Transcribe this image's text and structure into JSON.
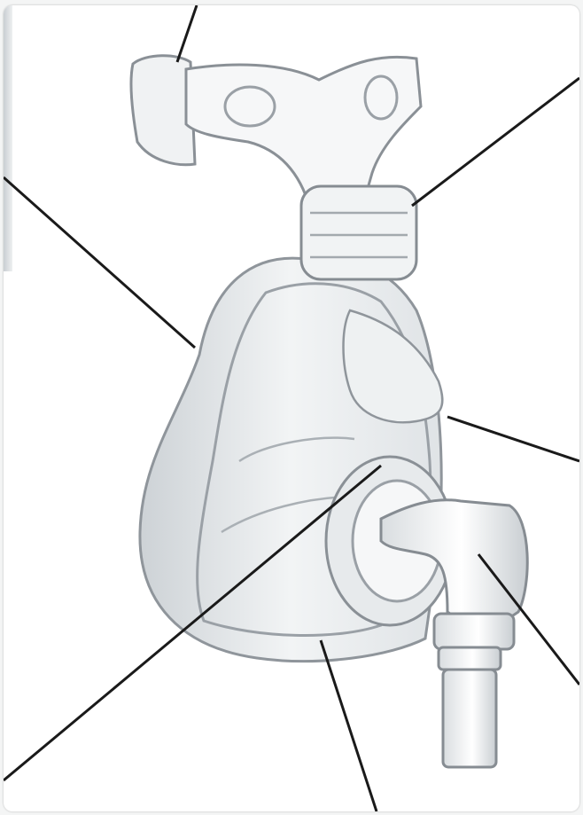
{
  "image": {
    "subject": "full face mask",
    "colors": {
      "background": "#ffffff",
      "outline": "#8a9096",
      "shade": "#c8ced3",
      "leader_line": "#1a1a1a"
    }
  },
  "callouts": [
    {
      "target": "forehead-pad"
    },
    {
      "target": "frame"
    },
    {
      "target": "cushion"
    },
    {
      "target": "shell"
    },
    {
      "target": "elbow"
    },
    {
      "target": "vent"
    },
    {
      "target": "chin"
    }
  ]
}
